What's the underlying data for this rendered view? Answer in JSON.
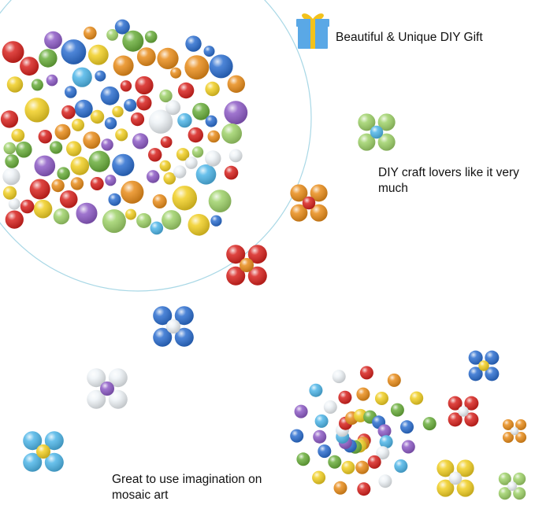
{
  "captions": {
    "gift": "Beautiful & Unique DIY Gift",
    "diy": "DIY craft lovers like it very much",
    "imagination": "Great to use imagination on mosaic art"
  },
  "icons": {
    "gift": "gift-box-icon"
  },
  "colors": {
    "red": "#d8231f",
    "orange": "#e98d1b",
    "yellow": "#f1cf24",
    "green": "#6aae3c",
    "light_green": "#9fd26a",
    "blue": "#2d6fd0",
    "sky": "#4fb6e8",
    "purple": "#8e5cc6",
    "white": "#eef3f7",
    "circle_outline": "#a9d8e6",
    "gift_box": "#5aa8e6",
    "gift_ribbon": "#f3c21b"
  }
}
